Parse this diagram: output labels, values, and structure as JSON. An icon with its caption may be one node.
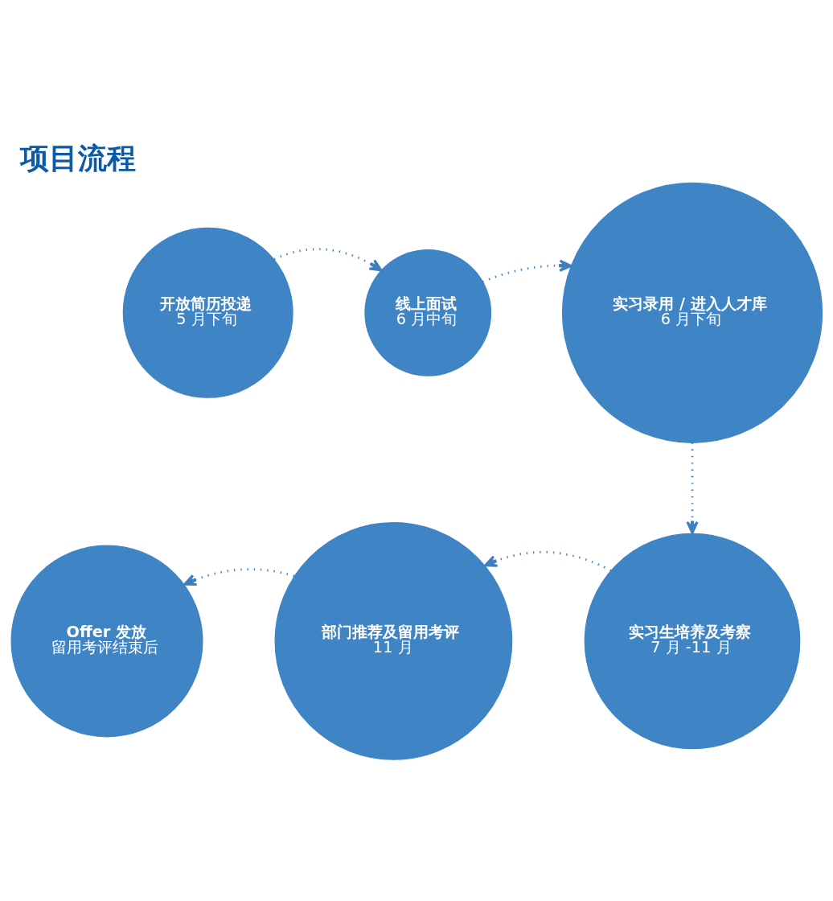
{
  "diagram": {
    "title": "项目流程",
    "nodes": [
      {
        "text": [
          "开放简历投递",
          "5 月下旬"
        ]
      },
      {
        "text": [
          "线上面试",
          "6 月中旬"
        ]
      },
      {
        "text": [
          "实习录用 / 进入人才库",
          "6 月下旬"
        ]
      },
      {
        "text": [
          "Offer 发放",
          "留用考评结束后"
        ]
      },
      {
        "text": [
          "部门推荐及留用考评",
          "11 月"
        ]
      },
      {
        "text": [
          "实习生培养及考察",
          "7 月 -11 月"
        ]
      }
    ],
    "edges": [
      {
        "from": 0,
        "to": 1,
        "arrow": "to"
      },
      {
        "from": 1,
        "to": 2,
        "arrow": "to"
      },
      {
        "from": 2,
        "to": 5,
        "arrow": "to"
      },
      {
        "from": 5,
        "to": 4,
        "arrow": "to"
      },
      {
        "from": 4,
        "to": 3,
        "arrow": "to"
      }
    ]
  }
}
